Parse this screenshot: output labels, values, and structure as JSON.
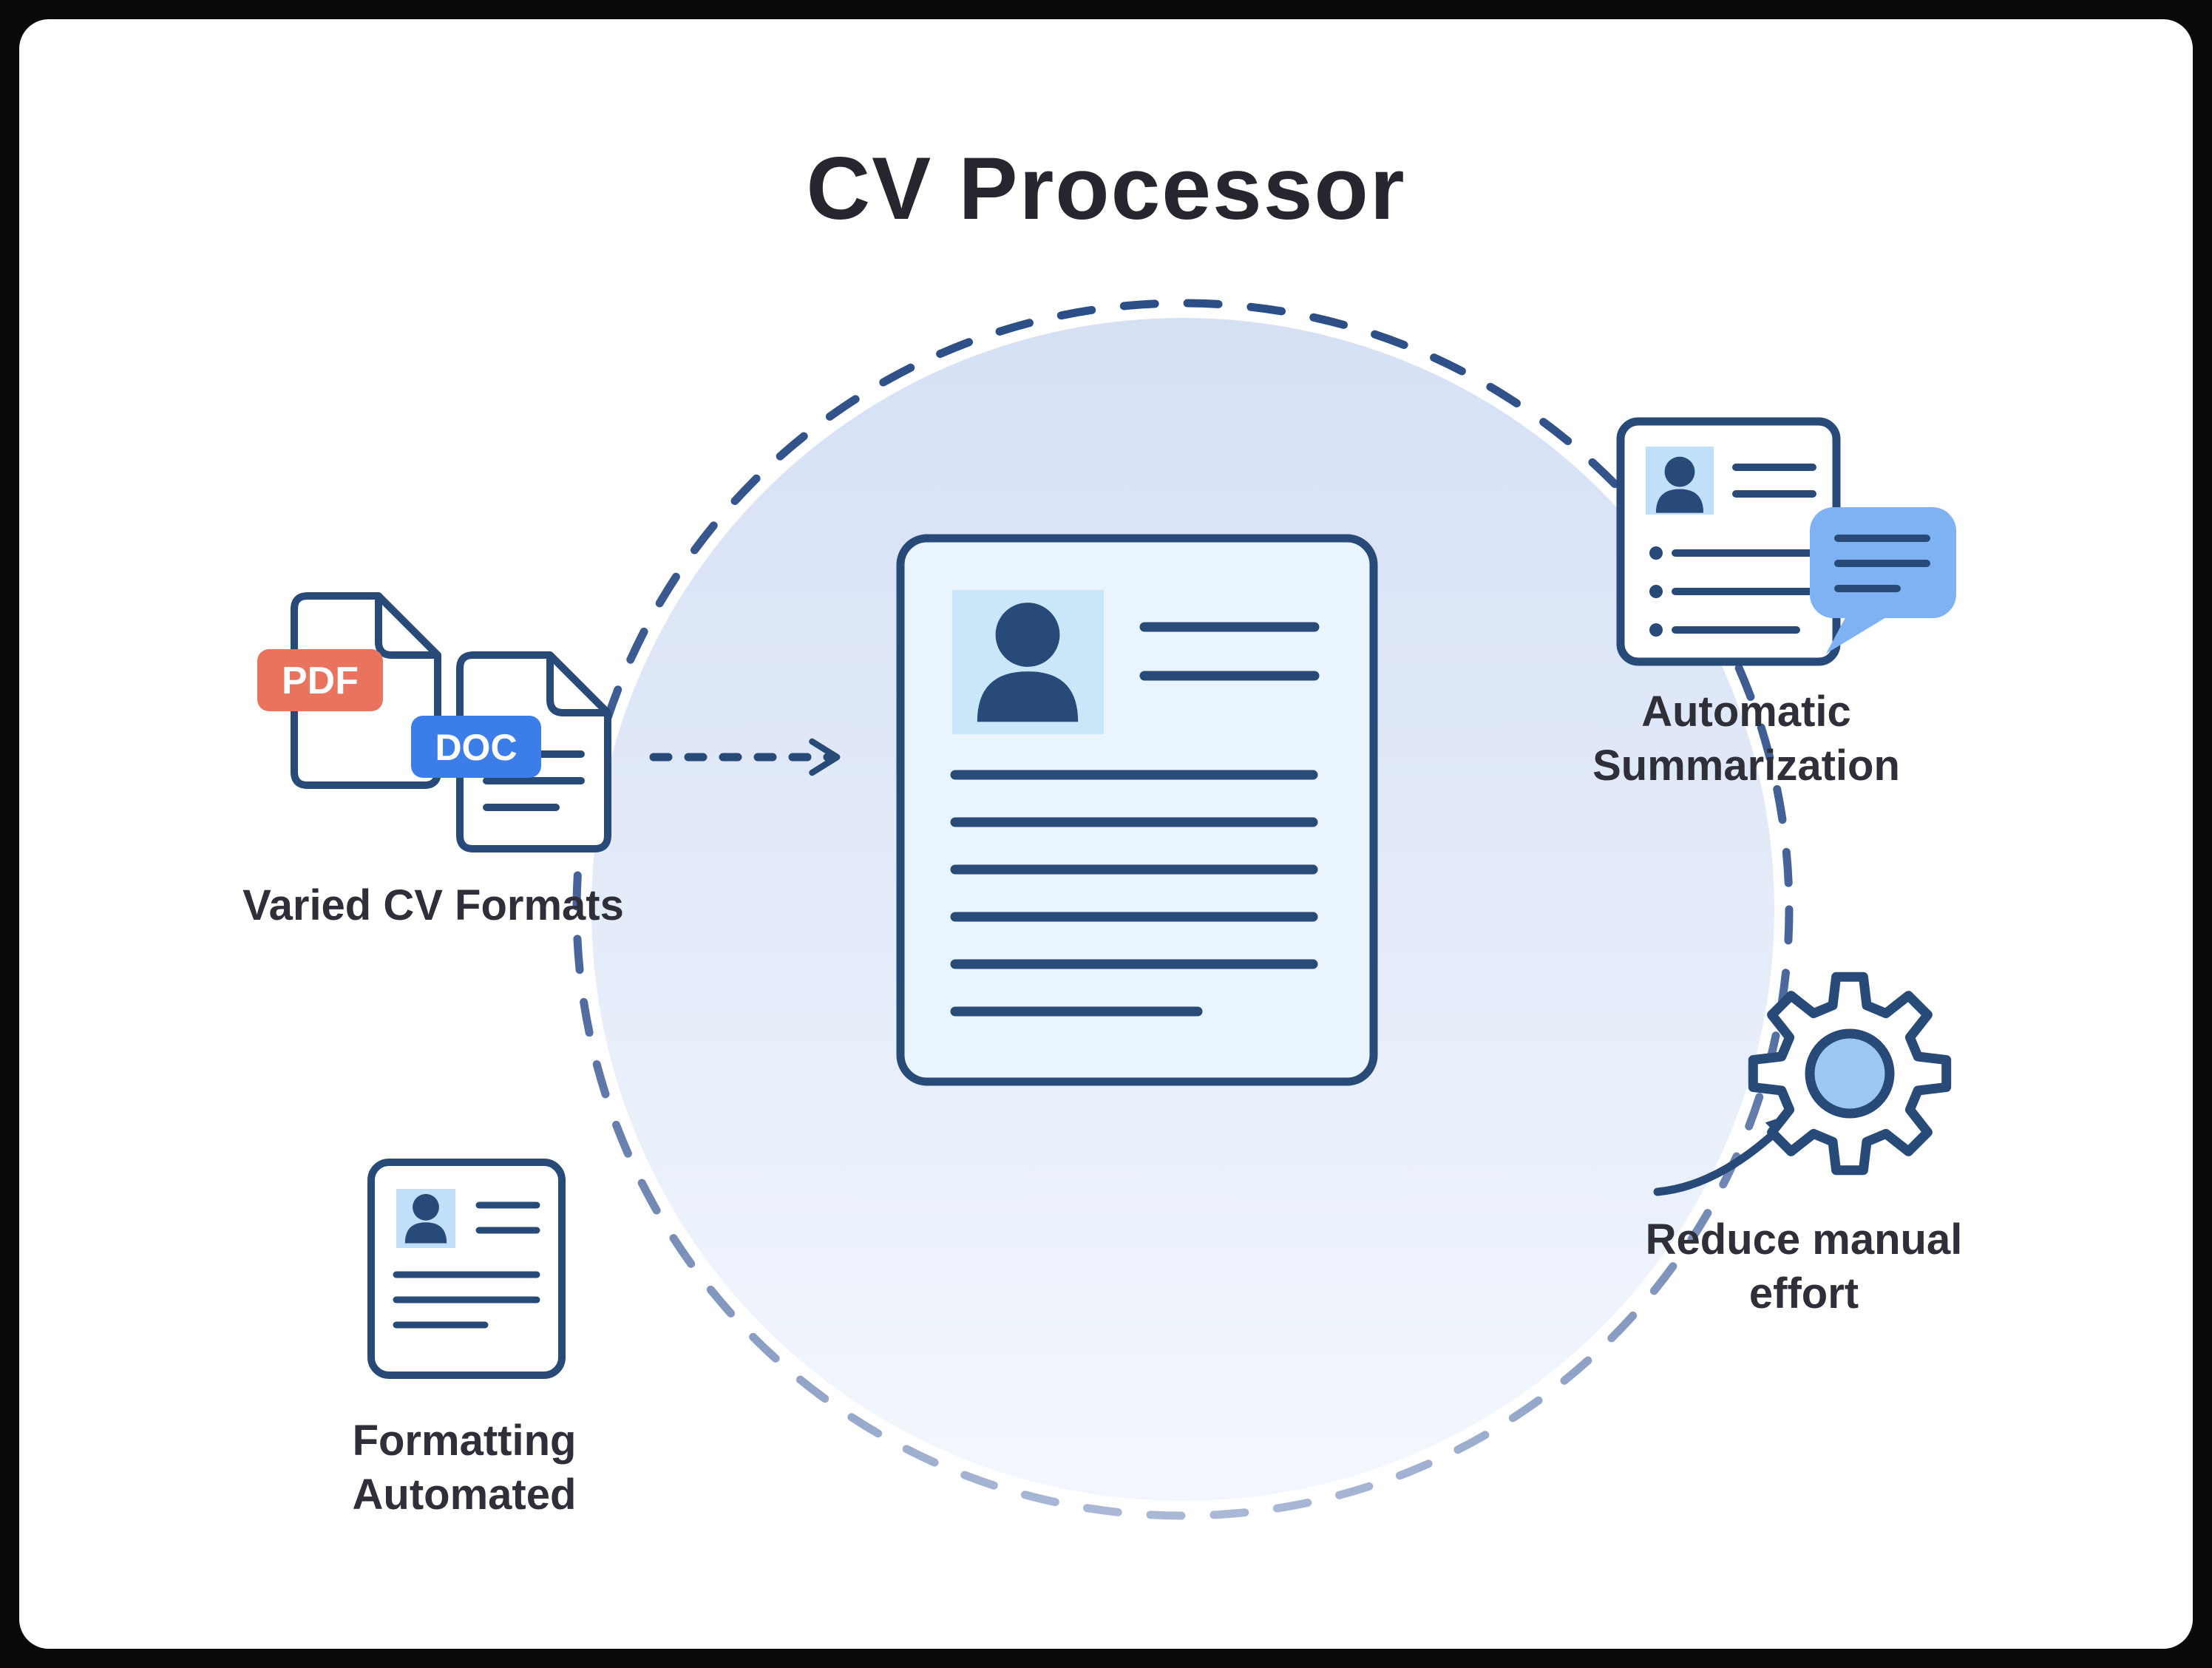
{
  "title": "CV Processor",
  "labels": {
    "varied_formats": "Varied CV Formats",
    "automatic_summarization": "Automatic\nSummarization",
    "reduce_manual_effort": "Reduce manual\neffort",
    "formatting_automated": "Formatting\nAutomated"
  },
  "file_badges": {
    "pdf": "PDF",
    "doc": "DOC"
  },
  "colors": {
    "navy_line": "#274a78",
    "pdf_badge": "#e9735c",
    "doc_badge": "#3c7ee9",
    "chat_bubble": "#7fb2f3",
    "photo_fill": "#bfe0f8",
    "card_fill": "#eaf4fc",
    "circle_fill_top": "#d5e0f5",
    "circle_fill_bottom": "#f3f7fd",
    "dash_top": "#2c4e86",
    "dash_bottom": "#a9b8d6",
    "title_text": "#26272e",
    "caption_text": "#2e2f38"
  }
}
